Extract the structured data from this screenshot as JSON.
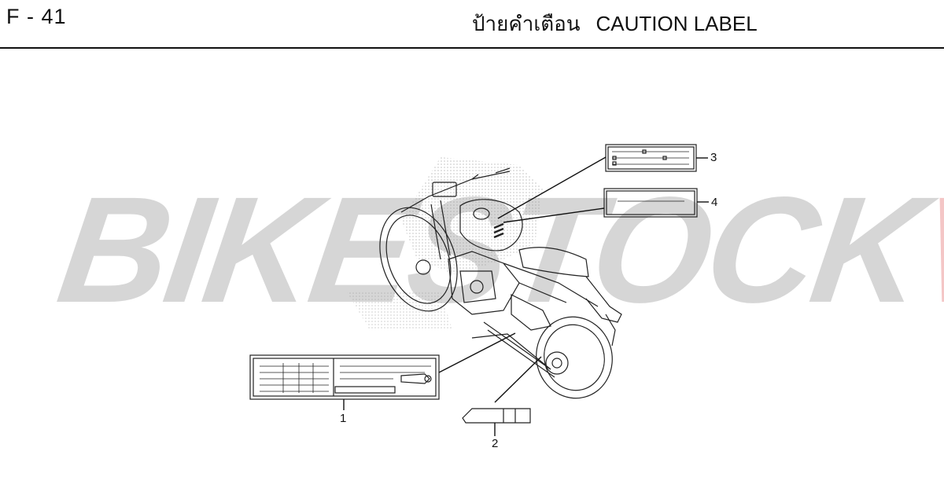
{
  "header": {
    "code": "F - 41",
    "title_thai": "ป้ายคำเตือน",
    "title_en": "CAUTION LABEL"
  },
  "watermark": {
    "part1": "BIKESTOCK",
    "part2": "VN",
    "colors": {
      "part1": "#d6d6d6",
      "part2": "#f4c6c6"
    }
  },
  "callouts": [
    "1",
    "2",
    "3",
    "4"
  ],
  "parts": [
    {
      "number": "1",
      "item": "caution-label-1"
    },
    {
      "number": "2",
      "item": "caution-label-2"
    },
    {
      "number": "3",
      "item": "caution-label-3"
    },
    {
      "number": "4",
      "item": "caution-label-4"
    }
  ]
}
